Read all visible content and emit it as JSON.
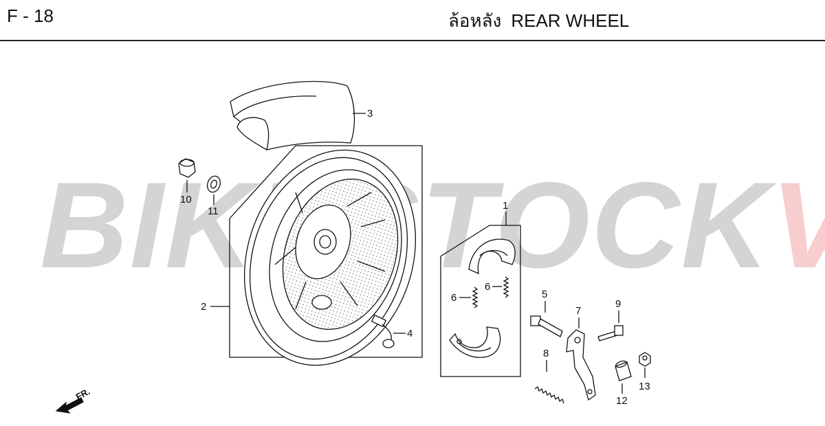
{
  "header": {
    "page_code": "F - 18",
    "title_thai": "ล้อหลัง",
    "title_en": "REAR WHEEL"
  },
  "watermark": {
    "part1": "BIKESTOCK",
    "part2": "VN",
    "color_part1": "#9a9a9a",
    "color_part2": "#f08a8a"
  },
  "callouts": [
    "1",
    "2",
    "3",
    "4",
    "5",
    "6",
    "6",
    "7",
    "8",
    "9",
    "10",
    "11",
    "12",
    "13"
  ],
  "direction_label": "FR."
}
